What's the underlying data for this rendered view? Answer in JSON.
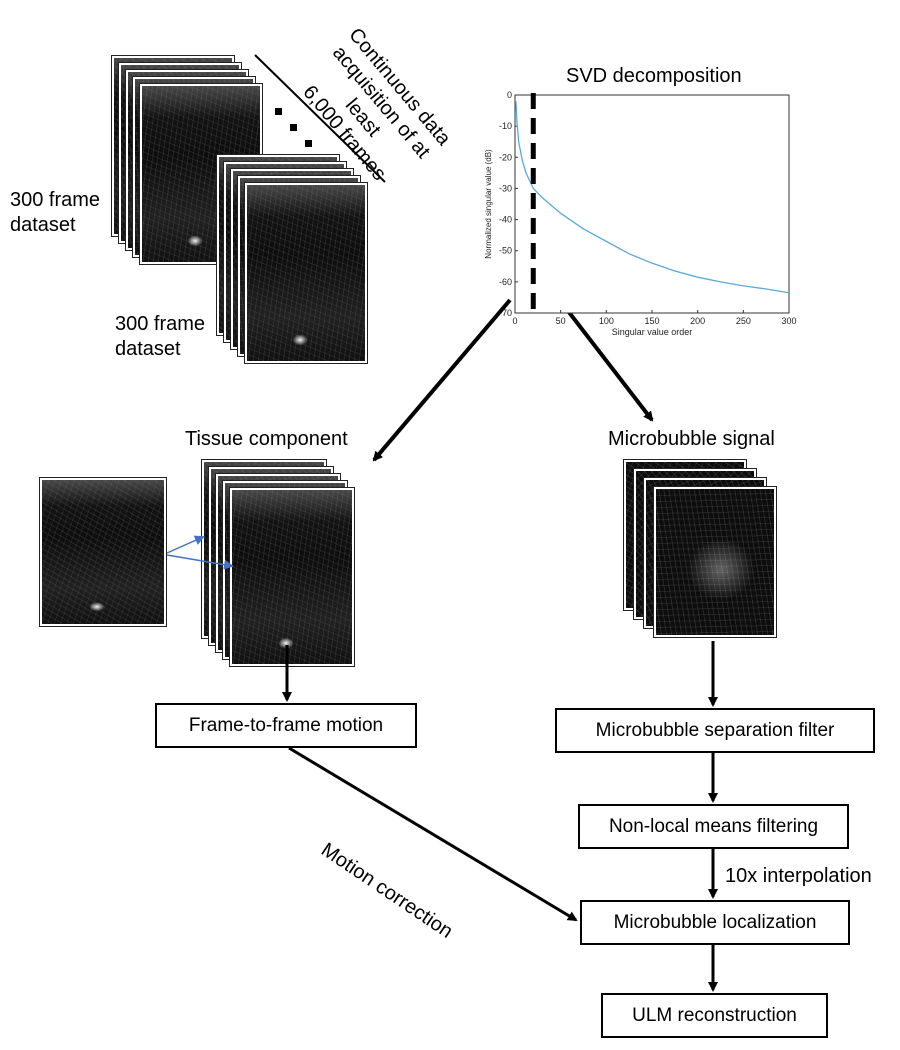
{
  "stack_label_1": [
    "300 frame",
    "dataset"
  ],
  "stack_label_2": [
    "300 frame",
    "dataset"
  ],
  "acquisition_label": [
    "Continuous data",
    "acquisition of at least",
    "6,000 frames"
  ],
  "svd_title": "SVD decomposition",
  "tissue_label": "Tissue component",
  "microbubble_label": "Microbubble signal",
  "boxes": {
    "frame_motion": "Frame-to-frame motion",
    "separation_filter": "Microbubble separation filter",
    "nlm": "Non-local means filtering",
    "localization": "Microbubble localization",
    "ulm": "ULM reconstruction"
  },
  "motion_correction_label": "Motion correction",
  "interpolation_label": "10x interpolation",
  "colors": {
    "curve": "#5aaad6",
    "cutoff": "#000000",
    "text": "#000000"
  },
  "chart_data": {
    "type": "line",
    "title": "",
    "xlabel": "Singular value order",
    "ylabel": "Normalized singular value (dB)",
    "xlim": [
      0,
      300
    ],
    "ylim": [
      -70,
      0
    ],
    "xticks": [
      0,
      50,
      100,
      150,
      200,
      250,
      300
    ],
    "yticks": [
      0,
      -10,
      -20,
      -30,
      -40,
      -50,
      -60,
      -70
    ],
    "cutoff_x": 20,
    "series": [
      {
        "x": [
          1,
          2,
          4,
          8,
          12,
          20,
          30,
          50,
          75,
          100,
          125,
          150,
          175,
          200,
          225,
          250,
          275,
          300
        ],
        "y": [
          -2,
          -8,
          -15,
          -21,
          -25,
          -30,
          -33,
          -38,
          -43,
          -47,
          -51,
          -54,
          -56.5,
          -58.5,
          -60,
          -61.3,
          -62.3,
          -63.5
        ]
      }
    ]
  }
}
